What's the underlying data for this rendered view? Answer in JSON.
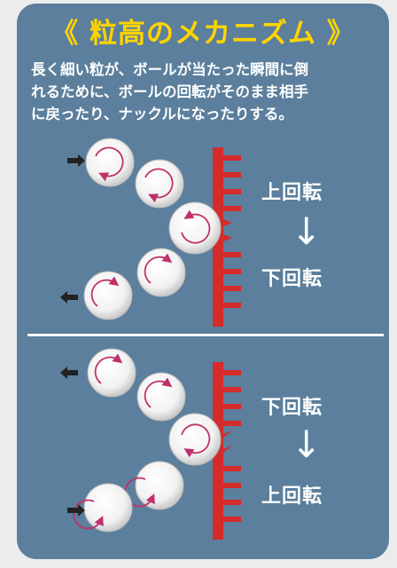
{
  "title": "《 粒高のメカニズム 》",
  "description": [
    "長く細い粒が、ボールが当たった瞬間に倒",
    "れるために、ボールの回転がそのまま相手",
    "に戻ったり、ナックルになったりする。"
  ],
  "top_section": {
    "from_label": "上回転",
    "arrow": "↓",
    "to_label": "下回転"
  },
  "bottom_section": {
    "from_label": "下回転",
    "arrow": "↓",
    "to_label": "上回転"
  },
  "colors": {
    "background": "#5b7f9c",
    "title": "#ffd400",
    "rubber": "#d42b2b",
    "spin_arrow": "#c0306a"
  }
}
